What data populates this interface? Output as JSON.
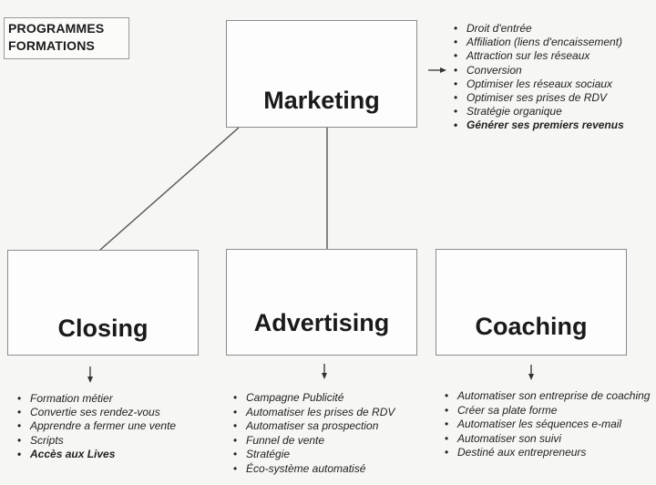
{
  "title": {
    "line1": "PROGRAMMES",
    "line2": "FORMATIONS"
  },
  "nodes": {
    "marketing": "Marketing",
    "closing": "Closing",
    "advertising": "Advertising",
    "coaching": "Coaching"
  },
  "lists": {
    "marketing": [
      {
        "text": "Droit d'entrée"
      },
      {
        "text": "Affiliation (liens d'encaissement)"
      },
      {
        "text": "Attraction sur les réseaux"
      },
      {
        "text": "Conversion"
      },
      {
        "text": "Optimiser les réseaux sociaux"
      },
      {
        "text": "Optimiser ses prises de RDV"
      },
      {
        "text": "Stratégie organique"
      },
      {
        "text": "Générer ses premiers revenus",
        "strong": true
      }
    ],
    "closing": [
      {
        "text": "Formation métier"
      },
      {
        "text": "Convertie ses rendez-vous"
      },
      {
        "text": "Apprendre a fermer une vente"
      },
      {
        "text": "Scripts"
      },
      {
        "text": "Accès aux Lives",
        "strong": true
      }
    ],
    "advertising": [
      {
        "text": "Campagne Publicité"
      },
      {
        "text": "Automatiser les prises de RDV"
      },
      {
        "text": "Automatiser sa prospection"
      },
      {
        "text": "Funnel de vente"
      },
      {
        "text": "Stratégie"
      },
      {
        "text": "Éco-système automatisé"
      }
    ],
    "coaching": [
      {
        "text": "Automatiser son entreprise de coaching"
      },
      {
        "text": "Créer sa plate forme"
      },
      {
        "text": "Automatiser les séquences e-mail"
      },
      {
        "text": "Automatiser son suivi"
      },
      {
        "text": "Destiné aux entrepreneurs"
      }
    ]
  },
  "colors": {
    "line": "#4a4a4a",
    "box_border": "#8c8c8c",
    "text": "#1b1b1b"
  }
}
